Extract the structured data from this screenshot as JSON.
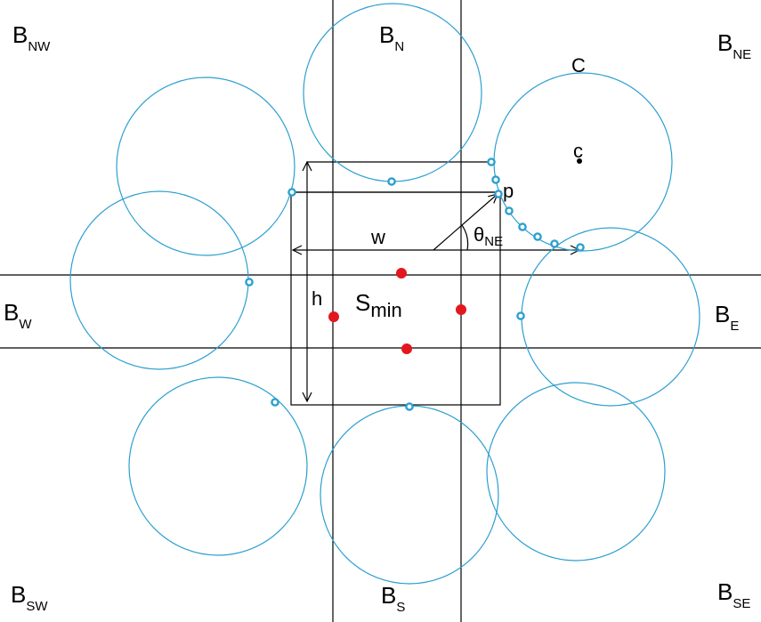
{
  "colors": {
    "circle": "#2b9fd0",
    "line": "#000000",
    "red_point": "#e3181f",
    "background": "#ffffff"
  },
  "region_labels": {
    "nw": {
      "main": "B",
      "sub": "NW"
    },
    "n": {
      "main": "B",
      "sub": "N"
    },
    "ne": {
      "main": "B",
      "sub": "NE"
    },
    "w": {
      "main": "B",
      "sub": "W"
    },
    "e": {
      "main": "B",
      "sub": "E"
    },
    "sw": {
      "main": "B",
      "sub": "SW"
    },
    "s": {
      "main": "B",
      "sub": "S"
    },
    "se": {
      "main": "B",
      "sub": "SE"
    }
  },
  "labels": {
    "circle": "C",
    "center": "c",
    "point": "p",
    "width": "w",
    "height": "h",
    "angle": {
      "main": "θ",
      "sub": "NE"
    },
    "s_min": {
      "main": "S",
      "sub": "min"
    }
  }
}
